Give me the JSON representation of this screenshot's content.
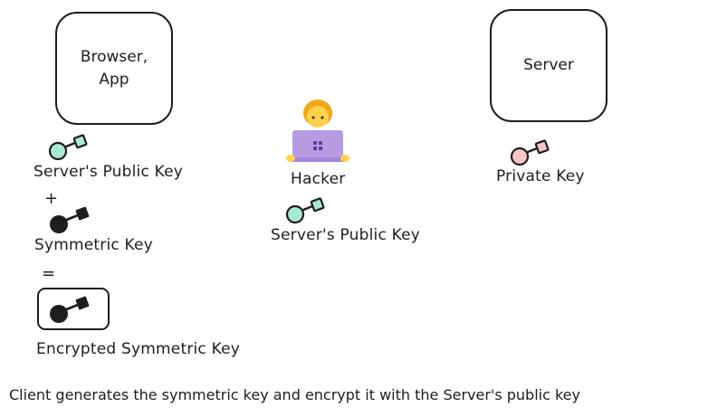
{
  "nodes": {
    "browser": "Browser,\nApp",
    "server": "Server",
    "hacker": "Hacker"
  },
  "keys": {
    "server_public_key": "Server's Public Key",
    "symmetric_key": "Symmetric Key",
    "encrypted_symmetric_key": "Encrypted Symmetric Key",
    "private_key": "Private Key",
    "hacker_server_public_key": "Server's Public Key"
  },
  "operators": {
    "plus": "+",
    "equals": "="
  },
  "caption": "Client generates the symmetric key and encrypt it with the Server's public key",
  "colors": {
    "public_key": "#a8ead8",
    "symmetric_key": "#1e1e1e",
    "private_key": "#f8c6c6",
    "laptop": "#b79be0",
    "hair": "#f2a71b",
    "skin": "#ffd24d"
  }
}
